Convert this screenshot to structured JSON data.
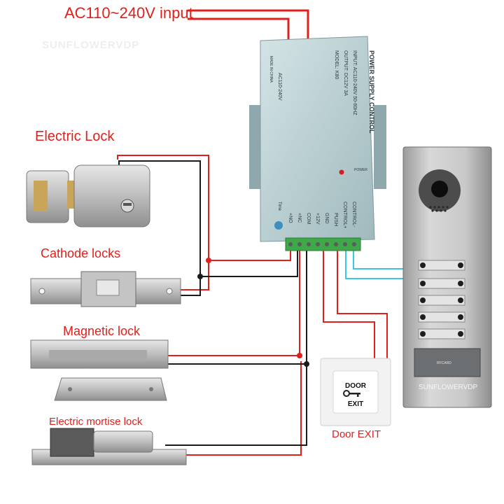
{
  "ac_input_label": "AC110~240V input",
  "watermark_top": "SUNFLOWERVDP",
  "power_supply": {
    "title": "POWER SUPPLY CONTROL",
    "spec_input": "INPUT: AC110-240V 50-60HZ",
    "spec_output": "OUTPUT: DC12V 3A",
    "spec_model": "MODEL: K80",
    "ac_label": "AC110-240V",
    "made_in": "MADE IN CHINA",
    "power_label": "POWER",
    "time_label": "Time",
    "terminal_labels": [
      "+NO",
      "+NC",
      "COM",
      "+12V",
      "GND",
      "PUSH",
      "CONTROL+",
      "CONTROL-"
    ]
  },
  "locks": {
    "electric_lock": "Electric Lock",
    "cathode_locks": "Cathode locks",
    "magnetic_lock": "Magnetic lock",
    "mortise_lock": "Electric mortise lock"
  },
  "exit_button": {
    "line1": "DOOR",
    "line2": "EXIT",
    "caption": "Door EXIT"
  },
  "door_panel": {
    "brand": "SUNFLOWERVDP",
    "card_label": "RFCARD"
  },
  "colors": {
    "wire_red": "#e0201c",
    "wire_black": "#1a1a1a",
    "wire_cyan": "#3cc6e6",
    "label_red": "#e0201c"
  }
}
